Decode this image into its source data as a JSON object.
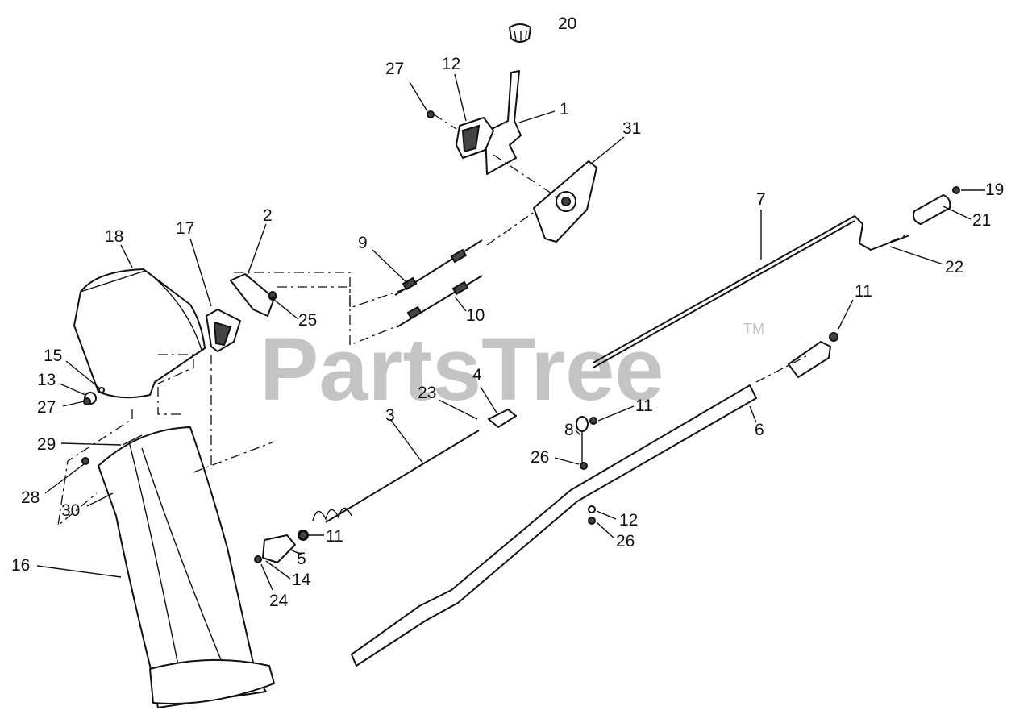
{
  "watermark": {
    "brand": "PartsTree",
    "trademark": "TM"
  },
  "callouts": [
    {
      "id": "c20",
      "text": "20"
    },
    {
      "id": "c27a",
      "text": "27"
    },
    {
      "id": "c12a",
      "text": "12"
    },
    {
      "id": "c1",
      "text": "1"
    },
    {
      "id": "c31",
      "text": "31"
    },
    {
      "id": "c7",
      "text": "7"
    },
    {
      "id": "c19",
      "text": "19"
    },
    {
      "id": "c21",
      "text": "21"
    },
    {
      "id": "c22",
      "text": "22"
    },
    {
      "id": "c2",
      "text": "2"
    },
    {
      "id": "c18",
      "text": "18"
    },
    {
      "id": "c17",
      "text": "17"
    },
    {
      "id": "c9",
      "text": "9"
    },
    {
      "id": "c25",
      "text": "25"
    },
    {
      "id": "c10",
      "text": "10"
    },
    {
      "id": "c11a",
      "text": "11"
    },
    {
      "id": "c15",
      "text": "15"
    },
    {
      "id": "c13",
      "text": "13"
    },
    {
      "id": "c27b",
      "text": "27"
    },
    {
      "id": "c4",
      "text": "4"
    },
    {
      "id": "c23",
      "text": "23"
    },
    {
      "id": "c11b",
      "text": "11"
    },
    {
      "id": "c6",
      "text": "6"
    },
    {
      "id": "c3",
      "text": "3"
    },
    {
      "id": "c8",
      "text": "8"
    },
    {
      "id": "c29",
      "text": "29"
    },
    {
      "id": "c26a",
      "text": "26"
    },
    {
      "id": "c28",
      "text": "28"
    },
    {
      "id": "c30",
      "text": "30"
    },
    {
      "id": "c12b",
      "text": "12"
    },
    {
      "id": "c26b",
      "text": "26"
    },
    {
      "id": "c11c",
      "text": "11"
    },
    {
      "id": "c16",
      "text": "16"
    },
    {
      "id": "c5",
      "text": "5"
    },
    {
      "id": "c14",
      "text": "14"
    },
    {
      "id": "c24",
      "text": "24"
    }
  ]
}
